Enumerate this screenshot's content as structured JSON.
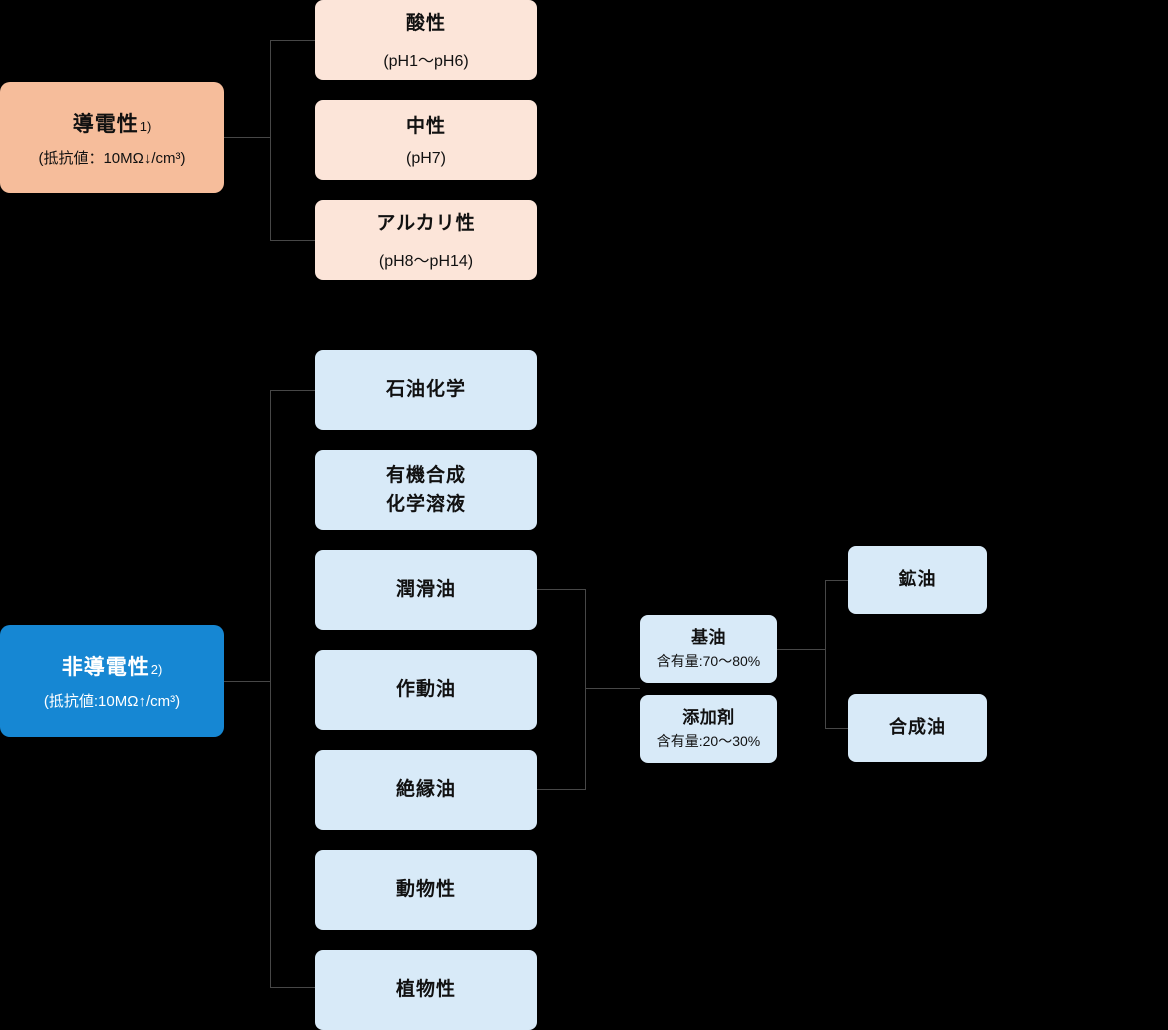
{
  "diagram": {
    "background_color": "#000000",
    "line_color": "#474747"
  },
  "conductive": {
    "title": "導電性",
    "note_ref": "1)",
    "subtitle": "(抵抗値：10MΩ↓/cm³)",
    "box_color": "#F6BD9B",
    "child_box_color": "#FCE5D9",
    "text_color": "#111111",
    "children": [
      {
        "label": "酸性",
        "sub": "(pH1〜pH6)"
      },
      {
        "label": "中性",
        "sub": "(pH7)"
      },
      {
        "label": "アルカリ性",
        "sub": "(pH8〜pH14)"
      }
    ]
  },
  "nonconductive": {
    "title": "非導電性",
    "note_ref": "2)",
    "subtitle": "(抵抗値:10MΩ↑/cm³)",
    "box_color": "#1687D3",
    "child_box_color": "#D8EAF8",
    "text_color": "#ffffff",
    "children": [
      {
        "label": "石油化学"
      },
      {
        "label": "有機合成\n化学溶液"
      },
      {
        "label": "潤滑油"
      },
      {
        "label": "作動油"
      },
      {
        "label": "絶縁油"
      },
      {
        "label": "動物性"
      },
      {
        "label": "植物性"
      }
    ],
    "composition": [
      {
        "label": "基油",
        "sub": "含有量:70〜80%"
      },
      {
        "label": "添加剤",
        "sub": "含有量:20〜30%"
      }
    ],
    "base_oil_types": [
      {
        "label": "鉱油"
      },
      {
        "label": "合成油"
      }
    ]
  }
}
